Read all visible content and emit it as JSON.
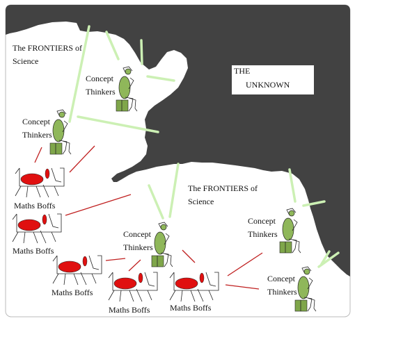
{
  "labels": {
    "frontier_top": [
      "The FRONTIERS of",
      "Science"
    ],
    "frontier_mid": [
      "The FRONTIERS of",
      "Science"
    ],
    "unknown": [
      "THE",
      "UNKNOWN"
    ],
    "concept": [
      "Concept",
      "Thinkers"
    ],
    "maths": "Maths Boffs"
  },
  "colors": {
    "unknown_region": "#424242",
    "thinker_body": "#8fb75a",
    "thinker_chair": "#7fa64a",
    "beam": "#ccf0b4",
    "maths_red": "#e01010",
    "maths_line": "#c02020",
    "frame": "#bbbbbb"
  },
  "icons": [
    "thinker-figure-icon",
    "maths-boff-desk-icon"
  ]
}
